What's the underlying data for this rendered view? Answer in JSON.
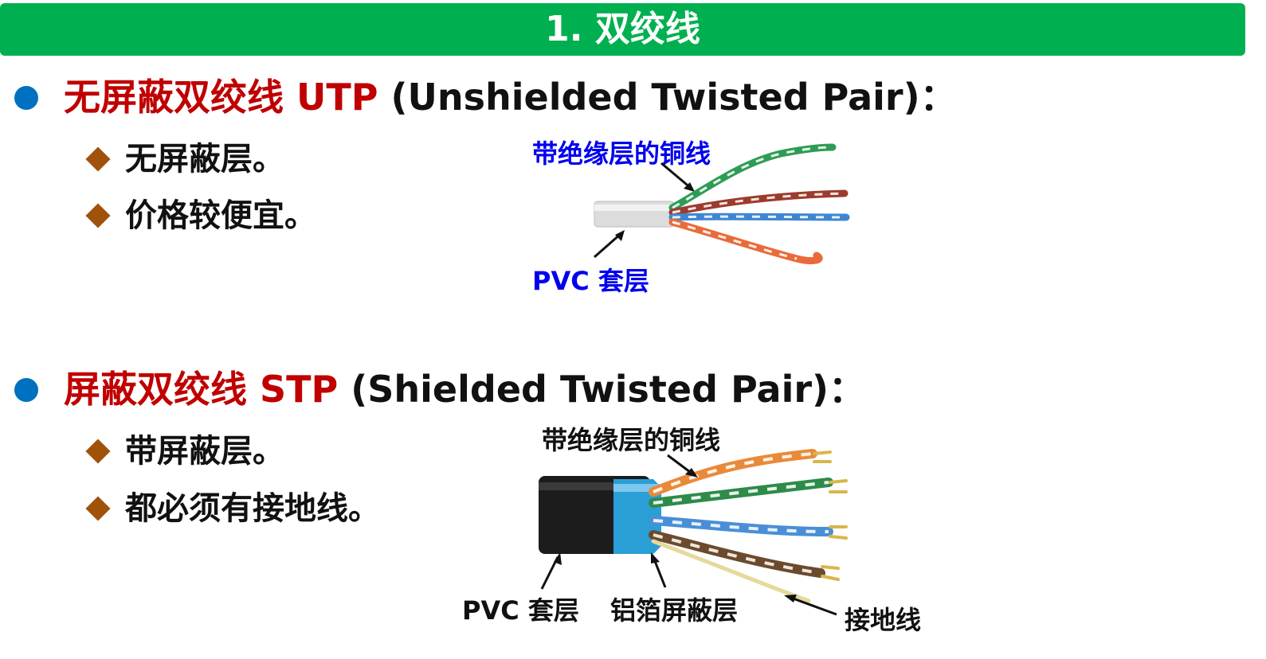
{
  "title": "1. 双绞线",
  "utp": {
    "heading_cn": "无屏蔽双绞线 UTP",
    "heading_en": " (Unshielded Twisted Pair)：",
    "points": [
      "无屏蔽层。",
      "价格较便宜。"
    ],
    "diagram": {
      "label_wire": "带绝缘层的铜线",
      "label_jacket": "PVC 套层"
    }
  },
  "stp": {
    "heading_cn": "屏蔽双绞线 STP",
    "heading_en": " (Shielded Twisted Pair)：",
    "points": [
      "带屏蔽层。",
      "都必须有接地线。"
    ],
    "diagram": {
      "label_wire": "带绝缘层的铜线",
      "label_jacket": "PVC 套层",
      "label_foil": "铝箔屏蔽层",
      "label_ground": "接地线"
    }
  },
  "colors": {
    "title_bar": "#00b050",
    "bullet": "#0070c0",
    "heading_red": "#c00000",
    "diamond": "#a0520a",
    "label_blue": "#0000ee"
  }
}
